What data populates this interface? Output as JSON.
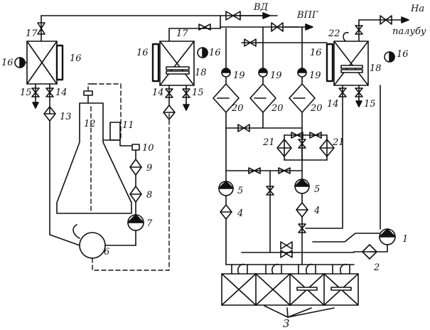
{
  "labels": {
    "out_vd": "ВД",
    "out_vpg": "ВПГ",
    "out_deck_1": "На",
    "out_deck_2": "палубу",
    "n1": "1",
    "n2": "2",
    "n3": "3",
    "n4": "4",
    "n5": "5",
    "n6": "6",
    "n7": "7",
    "n8": "8",
    "n9": "9",
    "n10": "10",
    "n11": "11",
    "n12": "12",
    "n13": "13",
    "n14": "14",
    "n15": "15",
    "n16": "16",
    "n17": "17",
    "n18": "18",
    "n19": "19",
    "n20": "20",
    "n21": "21",
    "n22": "22"
  }
}
